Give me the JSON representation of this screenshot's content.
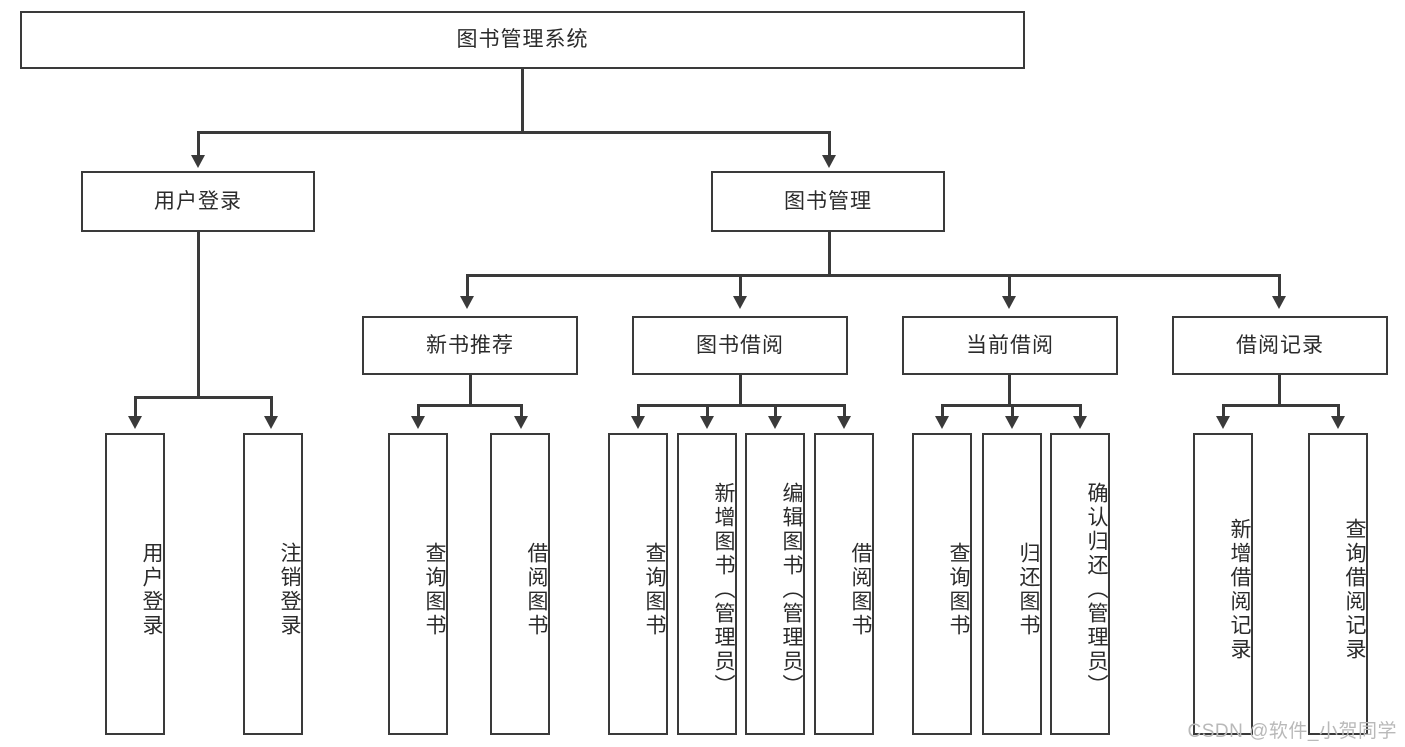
{
  "diagram": {
    "type": "tree-hierarchy",
    "title": "图书管理系统",
    "root": {
      "label": "图书管理系统"
    },
    "level1": [
      {
        "label": "用户登录"
      },
      {
        "label": "图书管理"
      }
    ],
    "level2": [
      {
        "label": "新书推荐"
      },
      {
        "label": "图书借阅"
      },
      {
        "label": "当前借阅"
      },
      {
        "label": "借阅记录"
      }
    ],
    "leaves": {
      "user_login": [
        {
          "label": "用户登录"
        },
        {
          "label": "注销登录"
        }
      ],
      "new_book_recommend": [
        {
          "label": "查询图书"
        },
        {
          "label": "借阅图书"
        }
      ],
      "book_borrow": [
        {
          "label": "查询图书"
        },
        {
          "label": "新增图书（管理员）"
        },
        {
          "label": "编辑图书（管理员）"
        },
        {
          "label": "借阅图书"
        }
      ],
      "current_borrow": [
        {
          "label": "查询图书"
        },
        {
          "label": "归还图书"
        },
        {
          "label": "确认归还（管理员）"
        }
      ],
      "borrow_record": [
        {
          "label": "新增借阅记录"
        },
        {
          "label": "查询借阅记录"
        }
      ]
    }
  },
  "watermark": {
    "text": "CSDN @软件_小贺同学"
  },
  "colors": {
    "stroke": "#3a3a3a",
    "text": "#2b2b2b",
    "background": "#ffffff",
    "watermark": "#b9b9b9"
  }
}
